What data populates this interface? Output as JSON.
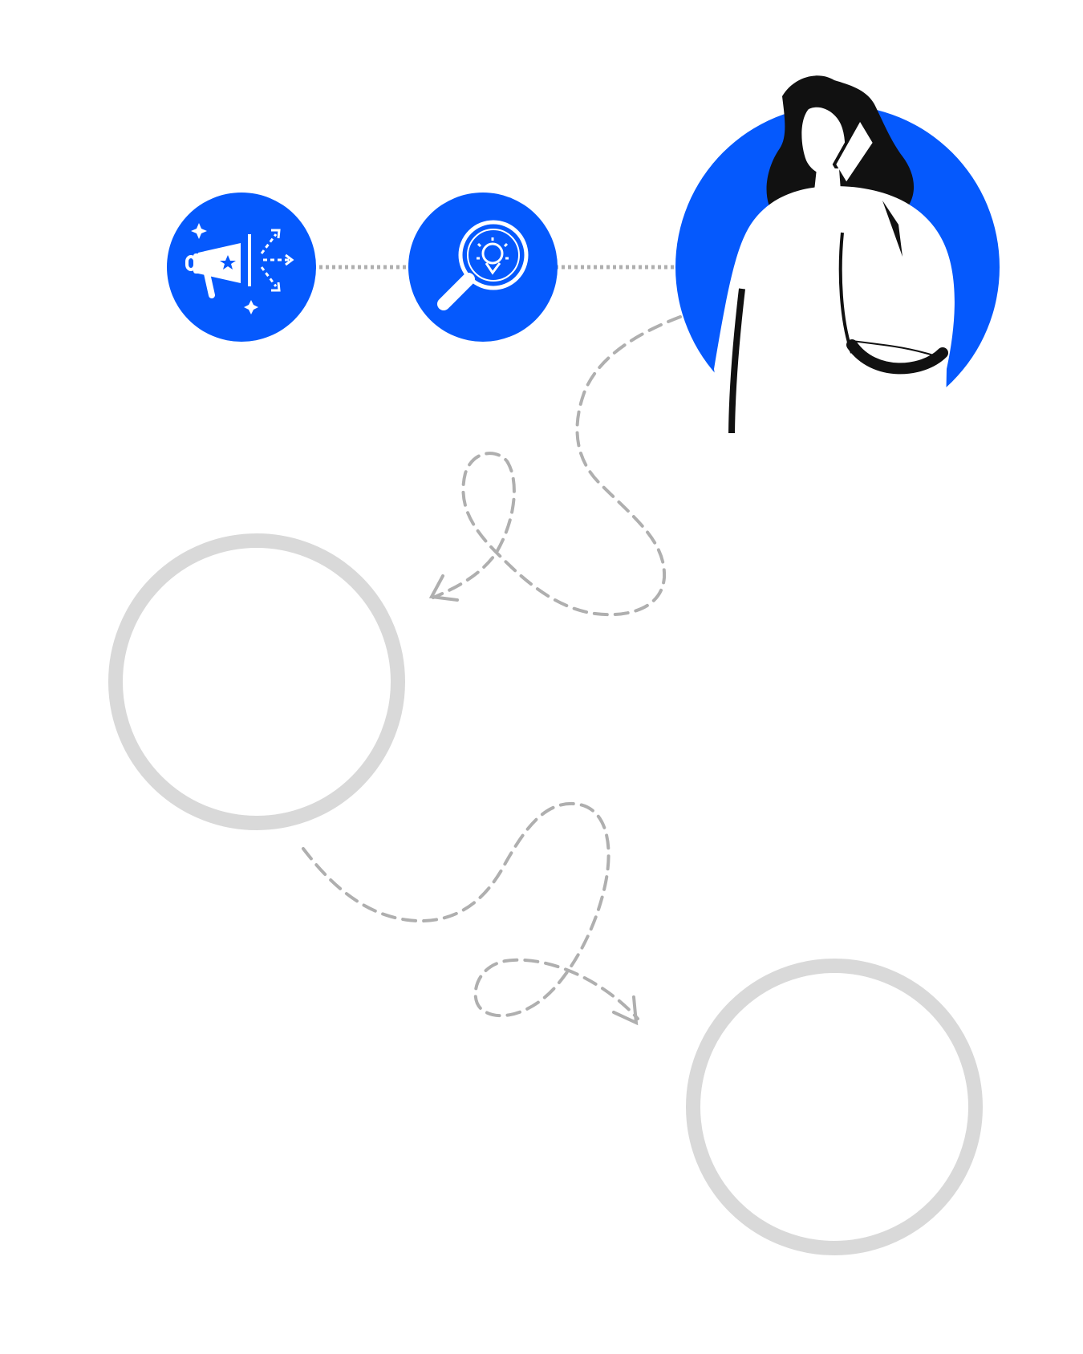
{
  "colors": {
    "brand_blue": "#0559FD",
    "dash_gray": "#AFAFAF",
    "ring_gray": "#D9D9D9",
    "ink": "#111111",
    "background": "#FFFFFF"
  },
  "nodes": [
    {
      "id": "marketing",
      "icon": "megaphone-icon",
      "state": "filled"
    },
    {
      "id": "research",
      "icon": "lightbulb-search-icon",
      "state": "filled"
    },
    {
      "id": "persona",
      "icon": "woman-with-phone-illustration",
      "state": "filled"
    },
    {
      "id": "step-placeholder-1",
      "icon": "",
      "state": "empty-ring"
    },
    {
      "id": "step-placeholder-2",
      "icon": "",
      "state": "empty-ring"
    }
  ],
  "connectors": [
    {
      "from": "marketing",
      "to": "research",
      "style": "dotted"
    },
    {
      "from": "research",
      "to": "persona",
      "style": "dotted"
    },
    {
      "from": "persona",
      "to": "step-placeholder-1",
      "style": "dashed-loop-arrow"
    },
    {
      "from": "step-placeholder-1",
      "to": "step-placeholder-2",
      "style": "dashed-loop-arrow"
    }
  ]
}
